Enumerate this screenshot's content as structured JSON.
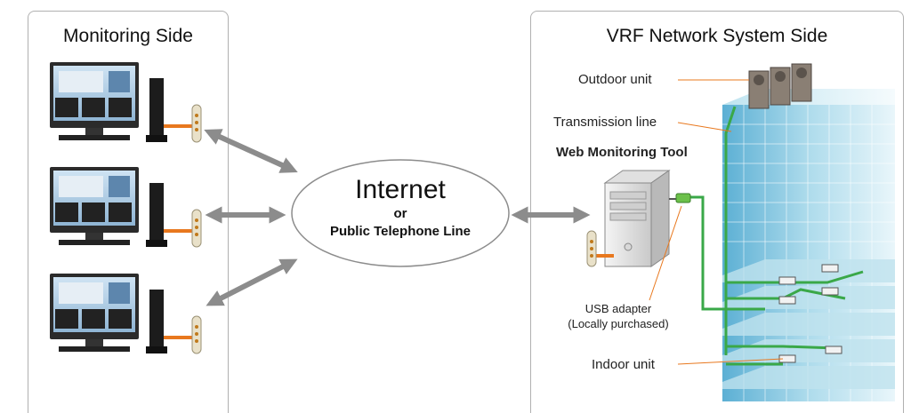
{
  "monitoring_side": {
    "title": "Monitoring Side"
  },
  "vrf_side": {
    "title": "VRF Network System Side"
  },
  "network": {
    "main": "Internet",
    "or": "or",
    "alt": "Public Telephone Line"
  },
  "labels": {
    "outdoor_unit": "Outdoor unit",
    "transmission_line": "Transmission line",
    "web_tool": "Web Monitoring Tool",
    "usb_adapter_line1": "USB adapter",
    "usb_adapter_line2": "(Locally purchased)",
    "indoor_unit": "Indoor unit"
  },
  "colors": {
    "cable": "#e8781e",
    "transmission": "#3aa848",
    "arrow": "#8c8c8c",
    "leader": "#e8781e"
  }
}
